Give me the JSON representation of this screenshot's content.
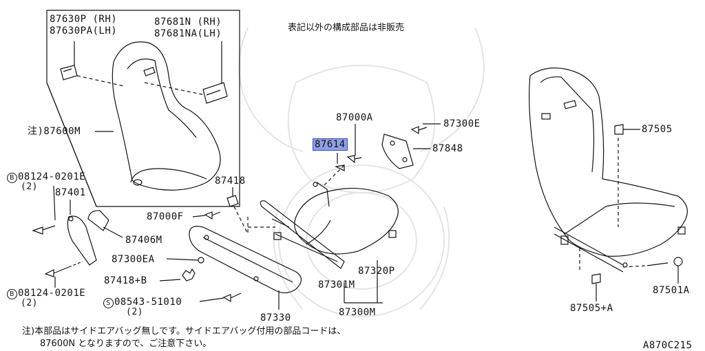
{
  "header_note": "表記以外の構成部品は非販売",
  "inset": {
    "label_a_line1": "87630P (RH)",
    "label_a_line2": "87630PA(LH)",
    "label_b_line1": "87681N (RH)",
    "label_b_line2": "87681NA(LH)"
  },
  "parts": {
    "p87600M": "注)87600M",
    "p08124_top": "08124-0201E",
    "p08124_top_qty": "(2)",
    "p87401": "87401",
    "p87406M": "87406M",
    "p08124_bottom": "08124-0201E",
    "p08124_bottom_qty": "(2)",
    "p87300EA": "87300EA",
    "p87418B": "87418+B",
    "p08543": "08543-51010",
    "p08543_qty": "(2)",
    "p87330": "87330",
    "p87418": "87418",
    "p87000F": "87000F",
    "p87000A": "87000A",
    "p87614": "87614",
    "p87300E": "87300E",
    "p87848": "87848",
    "p87320P": "87320P",
    "p87301M": "87301M",
    "p87300M": "87300M",
    "p87505": "87505",
    "p87505A": "87505+A",
    "p87501A": "87501A"
  },
  "circle_marks": {
    "b": "B",
    "s": "S"
  },
  "footnote": {
    "line1": "注)本部品はサイドエアバッグ無しです。サイドエアバッグ付用の部品コードは、",
    "line2": "87600N となりますので、ご注意下さい。"
  },
  "diagram_code": "A870C215",
  "colors": {
    "highlight": "#8f9fe6",
    "ink": "#111111",
    "watermark": "#e4e4e4"
  }
}
